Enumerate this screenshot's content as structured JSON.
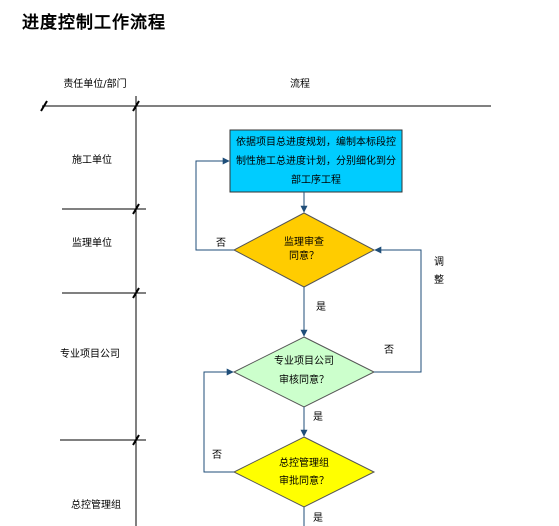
{
  "title": "进度控制工作流程",
  "header": {
    "col_department": "责任单位/部门",
    "col_flow": "流程"
  },
  "departments": [
    "施工单位",
    "监理单位",
    "专业项目公司",
    "总控管理组"
  ],
  "steps": {
    "plan": [
      "依据项目总进度规划，编制本标段控",
      "制性施工总进度计划，分别细化到分",
      "部工序工程"
    ],
    "supervisor_review": [
      "监理审查",
      "同意？"
    ],
    "company_review": [
      "专业项目公司",
      "审核同意？"
    ],
    "control_approval": [
      "总控管理组",
      "审批同意？"
    ]
  },
  "edge_labels": {
    "no_1": "否",
    "yes_1": "是",
    "no_2": "否",
    "yes_2": "是",
    "no_3": "否",
    "yes_3": "是"
  },
  "adjust_label": [
    "调",
    "整"
  ],
  "colors": {
    "plan_fill": "#00ccff",
    "supervisor_fill": "#ffcc00",
    "company_fill": "#ccffcc",
    "control_fill": "#ffff00",
    "arrow": "#1f4e79"
  }
}
